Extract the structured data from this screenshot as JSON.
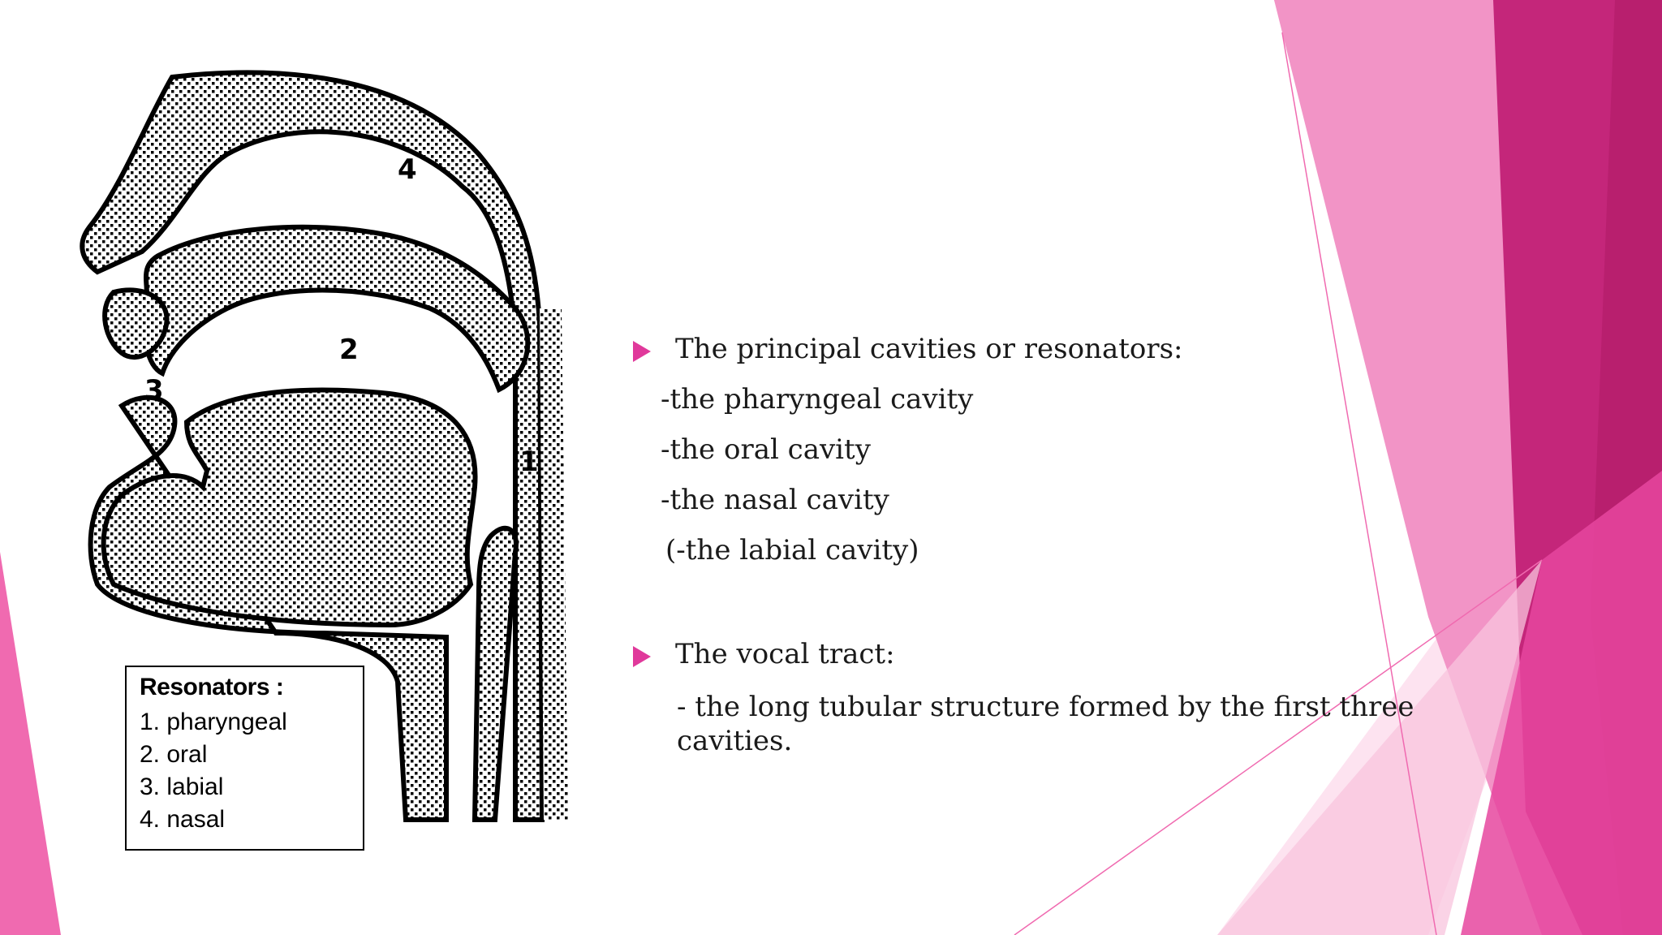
{
  "diagram": {
    "labels": {
      "n1": "1",
      "n2": "2",
      "n3": "3",
      "n4": "4"
    },
    "legend": {
      "title": "Resonators :",
      "items": [
        "1. pharyngeal",
        "2. oral",
        "3. labial",
        "4. nasal"
      ]
    }
  },
  "content": {
    "bullet1": "The principal cavities or resonators:",
    "sub_items": [
      "-the pharyngeal cavity",
      "-the oral cavity",
      "-the nasal cavity",
      "(-the labial cavity)"
    ],
    "bullet2": "The vocal tract:",
    "bullet2_detail": "- the long tubular structure formed by the first three cavities."
  },
  "colors": {
    "accent": "#e0399b",
    "magenta_dark": "#b81f6e",
    "pink_mid": "#f06ab0",
    "pink_light": "#f8b6d8",
    "text": "#1a1a1a"
  }
}
